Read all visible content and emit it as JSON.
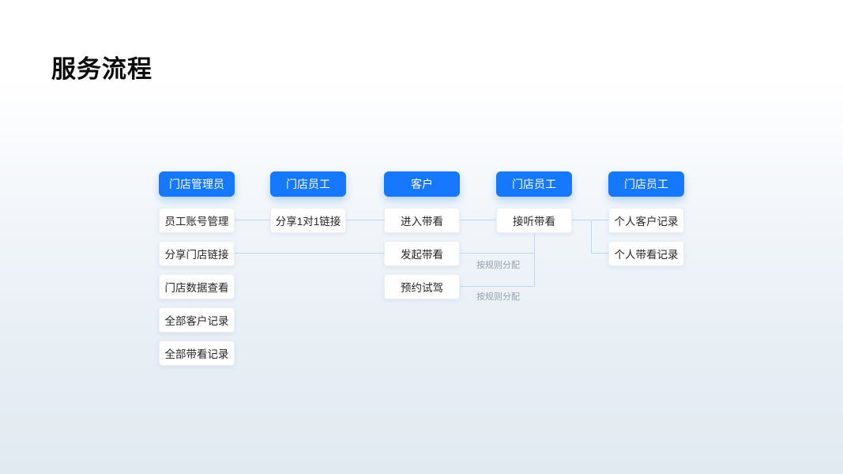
{
  "title": "服务流程",
  "colors": {
    "primary": "#1677ff",
    "header_text": "#ffffff",
    "card_bg": "#ffffff",
    "card_text": "#262626",
    "connector": "#bfd7f0",
    "label_text": "#95a1b1",
    "bg_top": "#ffffff",
    "bg_bottom": "#e2eaf1"
  },
  "flow": {
    "columns": [
      {
        "role": "门店管理员",
        "cards": [
          "员工账号管理",
          "分享门店链接",
          "门店数据查看",
          "全部客户记录",
          "全部带看记录"
        ]
      },
      {
        "role": "门店员工",
        "cards": [
          "分享1对1链接"
        ]
      },
      {
        "role": "客户",
        "cards": [
          "进入带看",
          "发起带看",
          "预约试驾"
        ]
      },
      {
        "role": "门店员工",
        "cards": [
          "接听带看"
        ]
      },
      {
        "role": "门店员工",
        "cards": [
          "个人客户记录",
          "个人带看记录"
        ]
      }
    ],
    "edge_labels": [
      "按规则分配",
      "按规则分配"
    ]
  }
}
